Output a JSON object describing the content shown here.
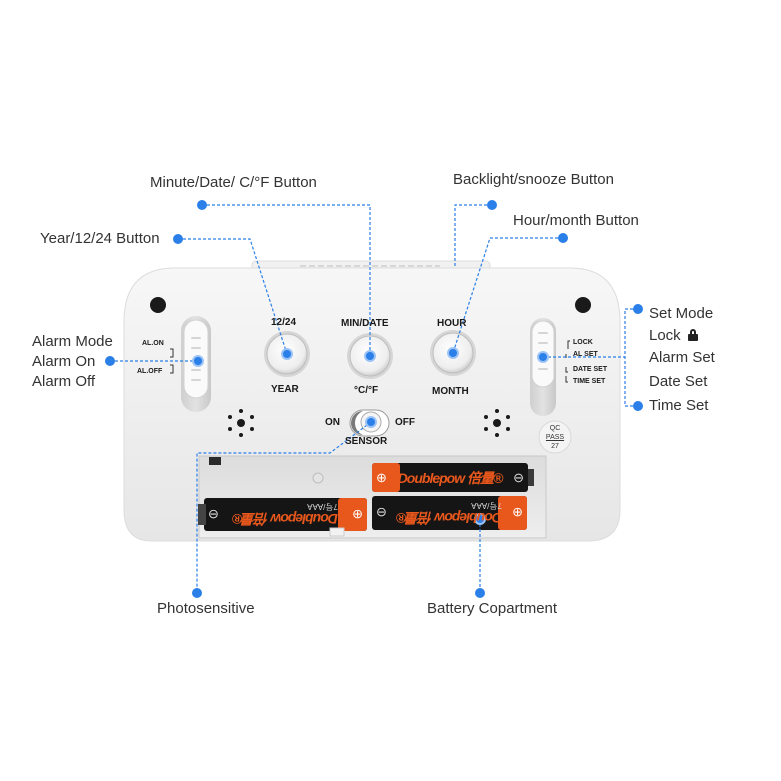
{
  "colors": {
    "accent": "#2b7fe8",
    "body": "#ececec",
    "battery_orange": "#e8571c",
    "battery_black": "#151515"
  },
  "callouts": {
    "minute_date": "Minute/Date/ C/°F Button",
    "backlight": "Backlight/snooze Button",
    "year": "Year/12/24 Button",
    "hour_month": "Hour/month Button",
    "alarm_mode": [
      "Alarm Mode",
      "Alarm On",
      "Alarm Off"
    ],
    "set_mode": [
      "Set Mode",
      "Lock",
      "Alarm Set",
      "Date Set",
      "Time Set"
    ],
    "lock_icon": "lock-icon",
    "photosensitive": "Photosensitive",
    "battery": "Battery Copartment"
  },
  "device": {
    "buttons": [
      {
        "top": "12/24",
        "bottom": "YEAR"
      },
      {
        "top": "MIN/DATE",
        "bottom": "°C/°F"
      },
      {
        "top": "HOUR",
        "bottom": "MONTH"
      }
    ],
    "left_switch": {
      "on": "AL.ON",
      "off": "AL.OFF"
    },
    "right_switch": [
      "LOCK",
      "AL SET",
      "DATE SET",
      "TIME SET"
    ],
    "sensor": {
      "on": "ON",
      "off": "OFF",
      "label": "SENSOR"
    },
    "qc_sticker": [
      "QC",
      "PASS",
      "27"
    ],
    "battery_brand": "Doublepow 倍量®",
    "battery_spec": "7号/AAA",
    "battery_plus": "⊕",
    "battery_minus": "⊖"
  }
}
